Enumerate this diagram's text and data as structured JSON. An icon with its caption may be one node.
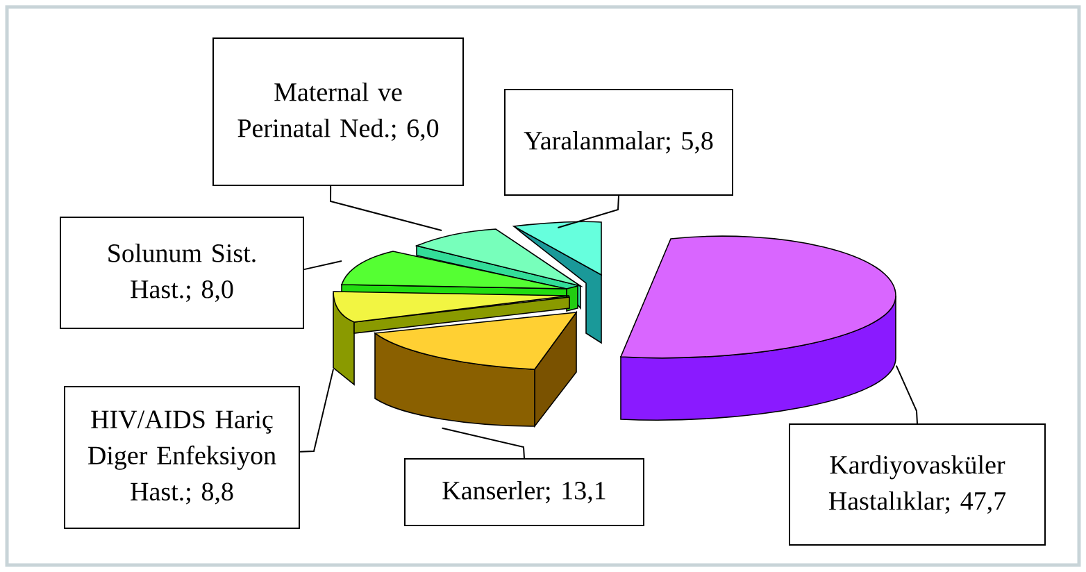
{
  "diagram": {
    "nodes": [
      {
        "text": [
          "Maternal ve Perinatal Ned.; 6,0"
        ]
      },
      {
        "text": [
          "Yaralanmalar; 5,8"
        ]
      },
      {
        "text": [
          "Solunum Sist. Hast.; 8,0"
        ]
      },
      {
        "text": [
          "HIV/AIDS Hariç Diger Enfeksiyon Hast.; 8,8"
        ]
      },
      {
        "text": [
          "Kanserler; 13,1"
        ]
      },
      {
        "text": [
          "Kardiyovasküler Hastalıklar; 47,7"
        ]
      },
      {
        "text": [],
        "shape": "slice"
      },
      {
        "text": [],
        "shape": "slice"
      },
      {
        "text": [],
        "shape": "slice"
      },
      {
        "text": [],
        "shape": "slice"
      },
      {
        "text": [],
        "shape": "slice"
      },
      {
        "text": [],
        "shape": "slice"
      }
    ],
    "edges": [
      {
        "from": 0,
        "to": 6,
        "arrow": "none"
      },
      {
        "from": 1,
        "to": 7,
        "arrow": "none"
      },
      {
        "from": 2,
        "to": 8,
        "arrow": "none"
      },
      {
        "from": 3,
        "to": 9,
        "arrow": "none"
      },
      {
        "from": 4,
        "to": 10,
        "arrow": "none"
      },
      {
        "from": 5,
        "to": 11,
        "arrow": "none"
      }
    ]
  }
}
